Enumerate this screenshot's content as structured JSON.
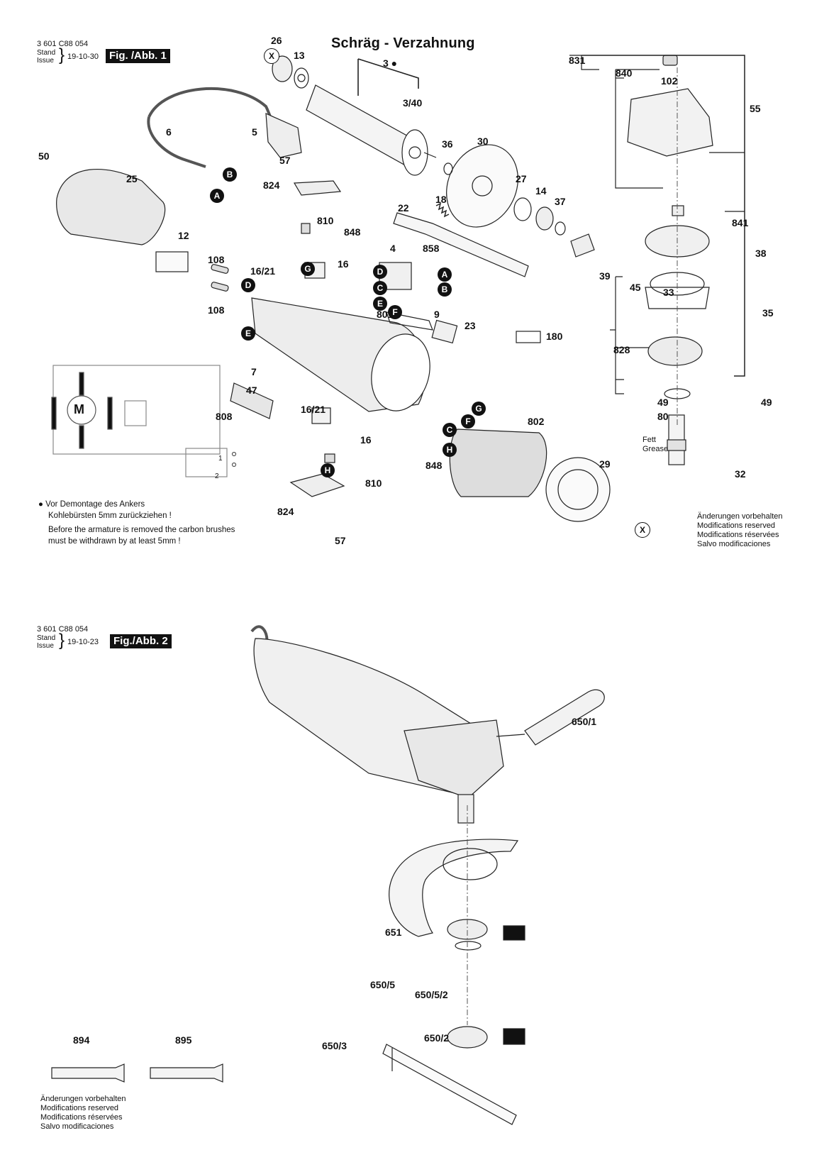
{
  "figure1": {
    "part_number": "3 601 C88 054",
    "stand_label": "Stand",
    "issue_label": "Issue",
    "brace": "}",
    "date": "19-10-30",
    "fig_label": "Fig. /Abb. 1",
    "title": "Schräg - Verzahnung",
    "armature_marker": "3 ●",
    "note_bullet": "●",
    "note_de_1": "Vor Demontage des Ankers",
    "note_de_2": "Kohlebürsten 5mm zurückziehen !",
    "note_en_1": "Before the armature is removed the carbon brushes",
    "note_en_2": "must be withdrawn by at least 5mm !",
    "grease_de": "Fett",
    "grease_en": "Grease",
    "modifications": [
      "Änderungen vorbehalten",
      "Modifications reserved",
      "Modifications réservées",
      "Salvo modificaciones"
    ],
    "motor_symbol": "M",
    "switch_terminal_1": "1",
    "switch_terminal_2": "2",
    "labels": {
      "p26": "26",
      "p13": "13",
      "p3_40": "3/40",
      "p6": "6",
      "p5": "5",
      "p50": "50",
      "p25": "25",
      "p57a": "57",
      "p36": "36",
      "p30": "30",
      "p824a": "824",
      "p810a": "810",
      "p848a": "848",
      "p12": "12",
      "p108a": "108",
      "p108b": "108",
      "p16_21a": "16/21",
      "p16a": "16",
      "p22": "22",
      "p18": "18",
      "p4": "4",
      "p858": "858",
      "p27": "27",
      "p14": "14",
      "p37": "37",
      "p9": "9",
      "p23": "23",
      "p180": "180",
      "p801": "801",
      "p7": "7",
      "p47": "47",
      "p808": "808",
      "p16_21b": "16/21",
      "p16b": "16",
      "p848b": "848",
      "p810b": "810",
      "p824b": "824",
      "p57b": "57",
      "p802": "802",
      "p29": "29",
      "p831": "831",
      "p840": "840",
      "p102": "102",
      "p55": "55",
      "p841": "841",
      "p38": "38",
      "p39": "39",
      "p45": "45",
      "p33": "33",
      "p35": "35",
      "p828": "828",
      "p49a": "49",
      "p49b": "49",
      "p80": "80",
      "p32": "32"
    },
    "connectors": {
      "x1": "X",
      "b1": "B",
      "a1": "A",
      "d1": "D",
      "e1": "E",
      "g1": "G",
      "d2": "D",
      "c2": "C",
      "e2": "E",
      "f2": "F",
      "a2": "A",
      "b2": "B",
      "g3": "G",
      "f3": "F",
      "c3": "C",
      "h3": "H",
      "h4": "H",
      "x2": "X"
    }
  },
  "figure2": {
    "part_number": "3 601 C88 054",
    "stand_label": "Stand",
    "issue_label": "Issue",
    "brace": "}",
    "date": "19-10-23",
    "fig_label": "Fig./Abb. 2",
    "labels": {
      "p650_1": "650/1",
      "p651": "651",
      "p650_5": "650/5",
      "p650_5_2": "650/5/2",
      "p650_2": "650/2",
      "p650_3": "650/3",
      "p894": "894",
      "p895": "895"
    },
    "modifications": [
      "Änderungen vorbehalten",
      "Modifications reserved",
      "Modifications réservées",
      "Salvo modificaciones"
    ]
  }
}
